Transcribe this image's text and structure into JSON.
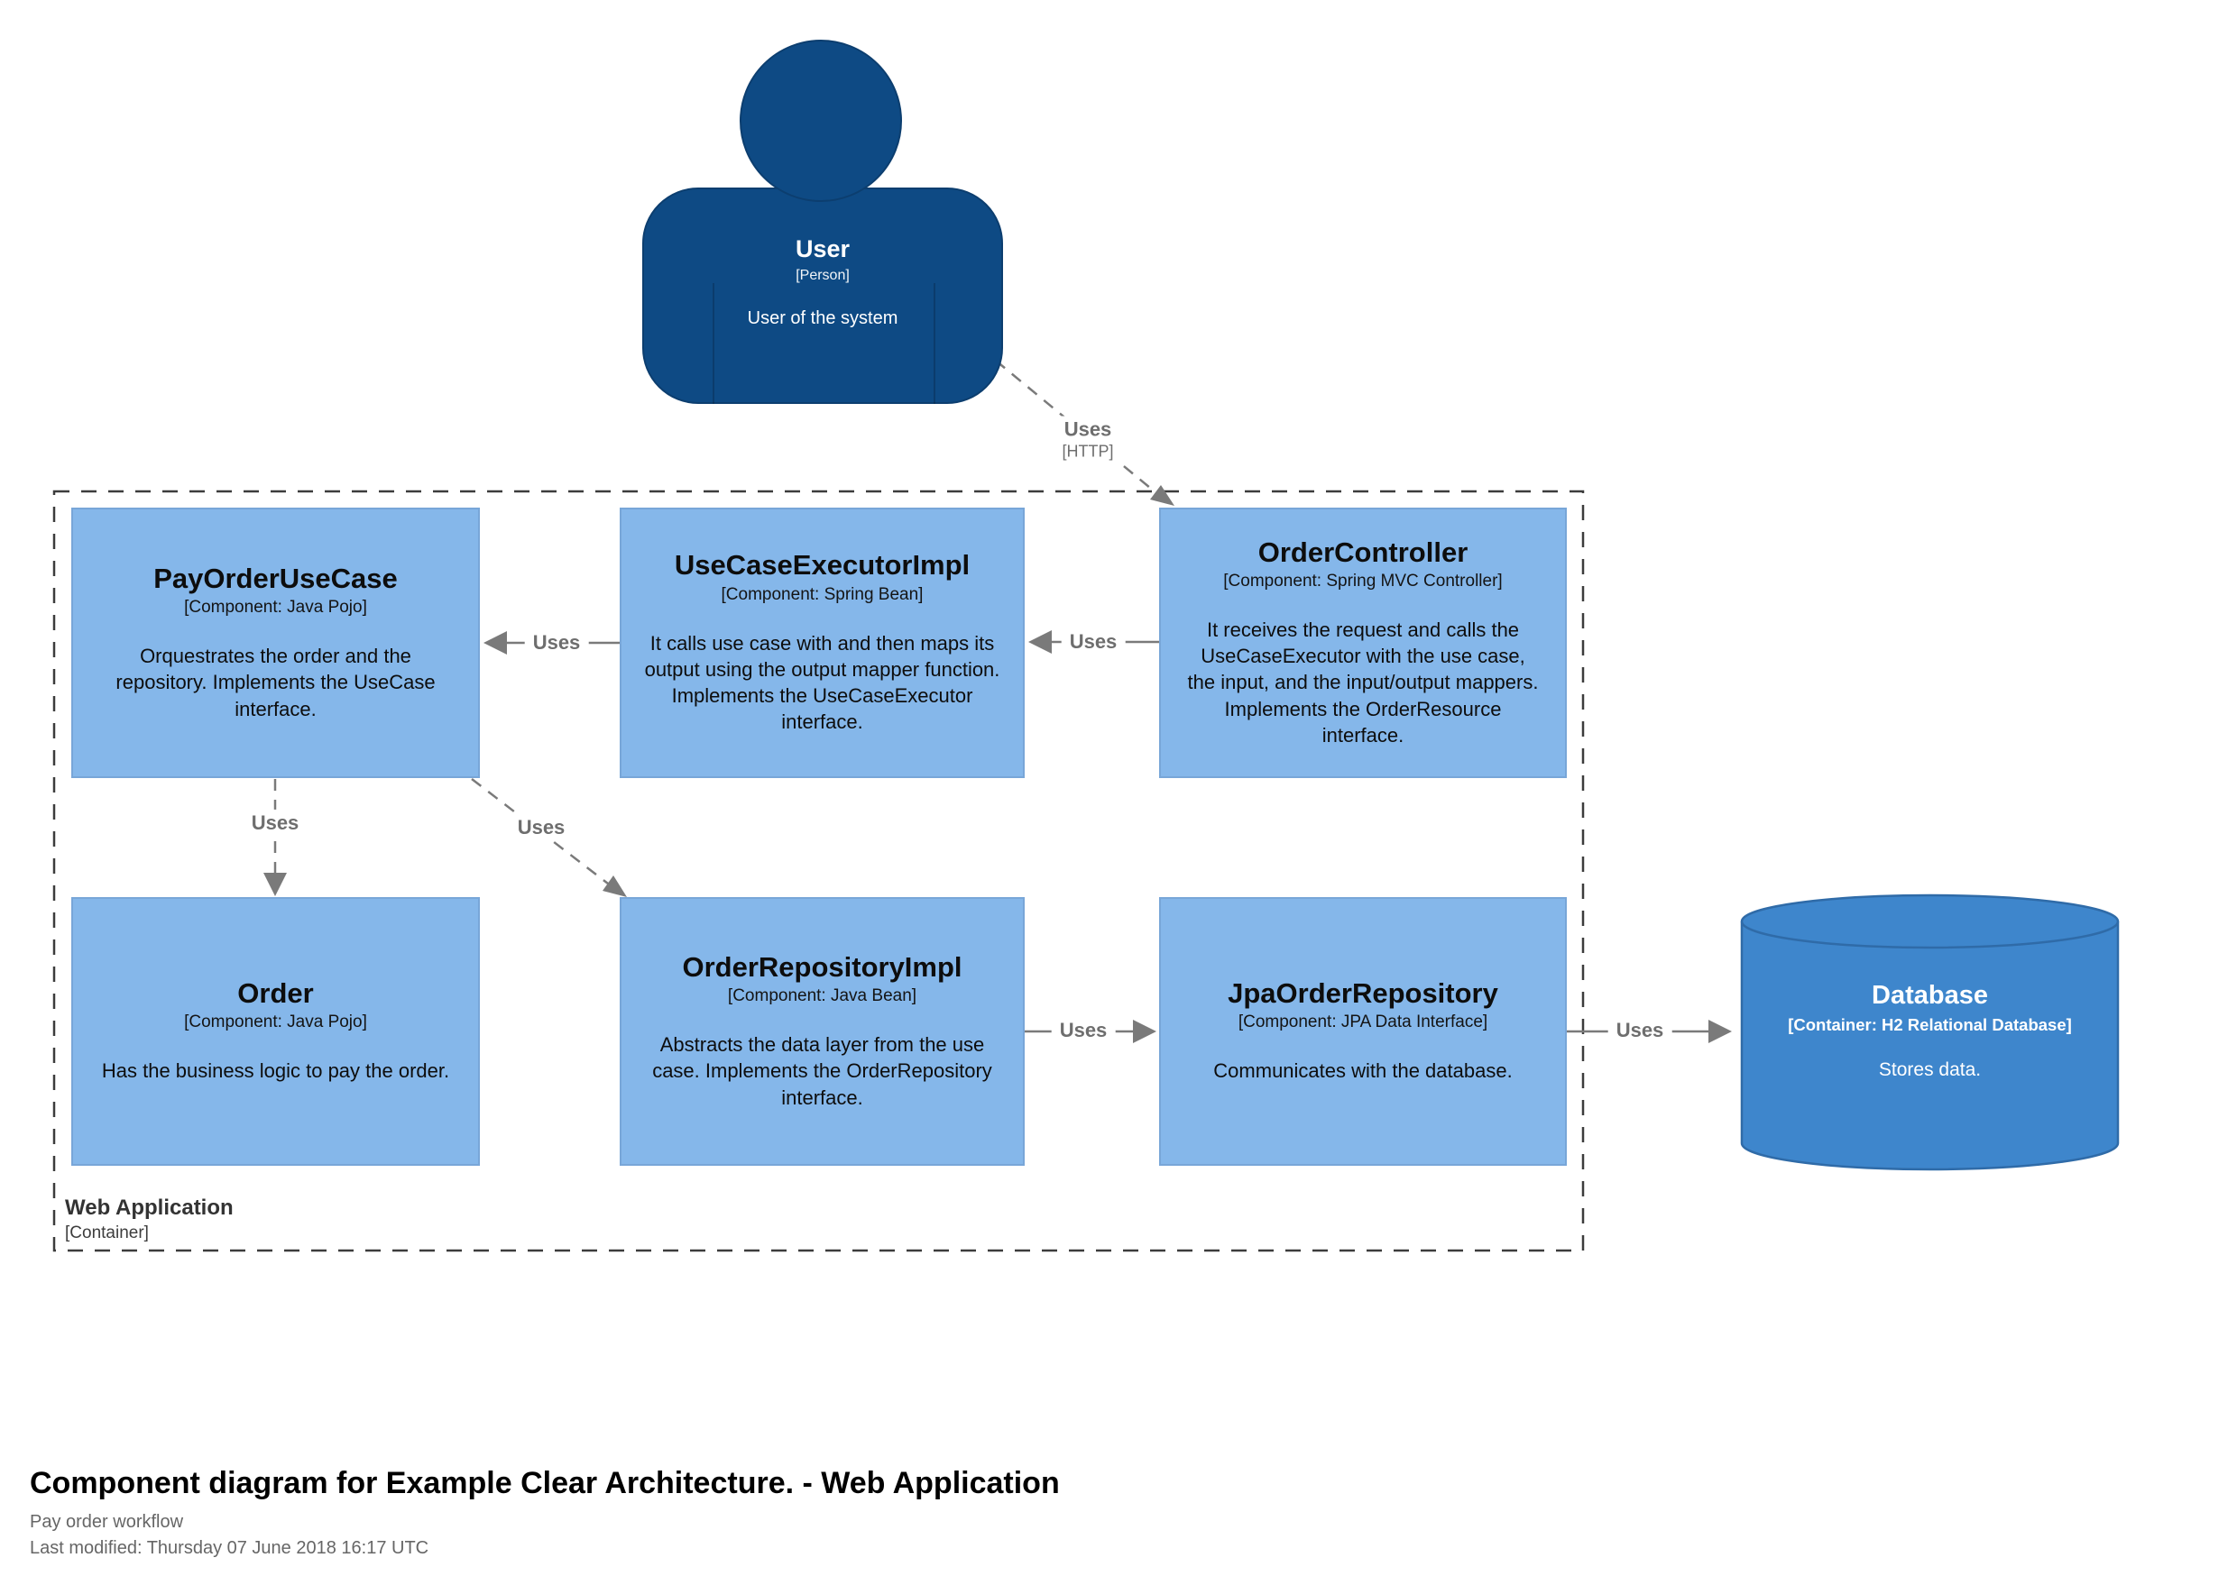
{
  "person": {
    "name": "User",
    "meta": "[Person]",
    "description": "User of the system"
  },
  "boundary": {
    "name": "Web Application",
    "meta": "[Container]"
  },
  "components": [
    {
      "name": "PayOrderUseCase",
      "meta": "[Component: Java Pojo]",
      "description": "Orquestrates the order and the repository. Implements the UseCase interface."
    },
    {
      "name": "UseCaseExecutorImpl",
      "meta": "[Component: Spring Bean]",
      "description": "It calls use case with and then maps its output using the output mapper function. Implements the UseCaseExecutor interface."
    },
    {
      "name": "OrderController",
      "meta": "[Component: Spring MVC Controller]",
      "description": "It receives the request and calls the UseCaseExecutor with the use case, the input, and the input/output mappers. Implements the OrderResource interface."
    },
    {
      "name": "Order",
      "meta": "[Component: Java Pojo]",
      "description": "Has the business logic to pay the order."
    },
    {
      "name": "OrderRepositoryImpl",
      "meta": "[Component: Java Bean]",
      "description": "Abstracts the data layer from the use case. Implements the OrderRepository interface."
    },
    {
      "name": "JpaOrderRepository",
      "meta": "[Component: JPA Data Interface]",
      "description": "Communicates with the database."
    }
  ],
  "database": {
    "name": "Database",
    "meta": "[Container: H2 Relational Database]",
    "description": "Stores data."
  },
  "edges": {
    "user_http": {
      "label": "Uses",
      "meta": "[HTTP]"
    },
    "controller_executor": {
      "label": "Uses"
    },
    "executor_usecase": {
      "label": "Uses"
    },
    "usecase_order": {
      "label": "Uses"
    },
    "usecase_repoimpl": {
      "label": "Uses"
    },
    "repoimpl_jpa": {
      "label": "Uses"
    },
    "jpa_db": {
      "label": "Uses"
    }
  },
  "footer": {
    "title": "Component diagram for Example Clear Architecture. - Web Application",
    "subtitle": "Pay order workflow",
    "last_modified": "Last modified: Thursday 07 June 2018 16:17 UTC"
  },
  "colors": {
    "person_fill": "#0e4a84",
    "component_fill": "#85b7ea",
    "database_fill": "#3e86cc",
    "edge_gray": "#7a7a7a",
    "boundary_gray": "#3c3c3c"
  }
}
